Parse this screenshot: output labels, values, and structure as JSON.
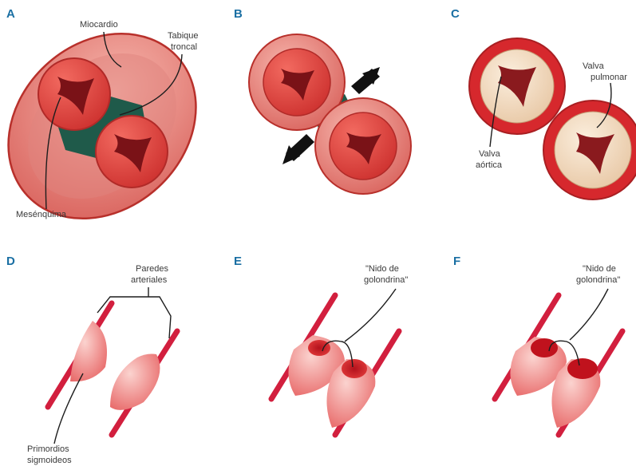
{
  "panels": {
    "A": {
      "letter": "A",
      "labels": {
        "miocardio": "Miocardio",
        "tabique_1": "Tabique",
        "tabique_2": "troncal",
        "mesenquima": "Mesénquima"
      }
    },
    "B": {
      "letter": "B"
    },
    "C": {
      "letter": "C",
      "labels": {
        "pulmonar_1": "Valva",
        "pulmonar_2": "pulmonar",
        "aortica_1": "Valva",
        "aortica_2": "aórtica"
      }
    },
    "D": {
      "letter": "D",
      "labels": {
        "paredes_1": "Paredes",
        "paredes_2": "arteriales",
        "primordios_1": "Primordios",
        "primordios_2": "sigmoideos"
      }
    },
    "E": {
      "letter": "E",
      "labels": {
        "nido_1": "\"Nido de",
        "nido_2": "golondrina\""
      }
    },
    "F": {
      "letter": "F",
      "labels": {
        "nido_1": "\"Nido de",
        "nido_2": "golondrina\""
      }
    }
  },
  "colors": {
    "outer_wall": "#e07d78",
    "outer_ring": "#b8302b",
    "vessel_red": "#e23b3b",
    "lumen": "#7a1217",
    "septum": "#1f5a4a",
    "valve_cream": "#f3d9bd",
    "arterial_wall": "#d21f3e",
    "cusp": "#ee8080",
    "panel_letter": "#1a6fa3"
  }
}
